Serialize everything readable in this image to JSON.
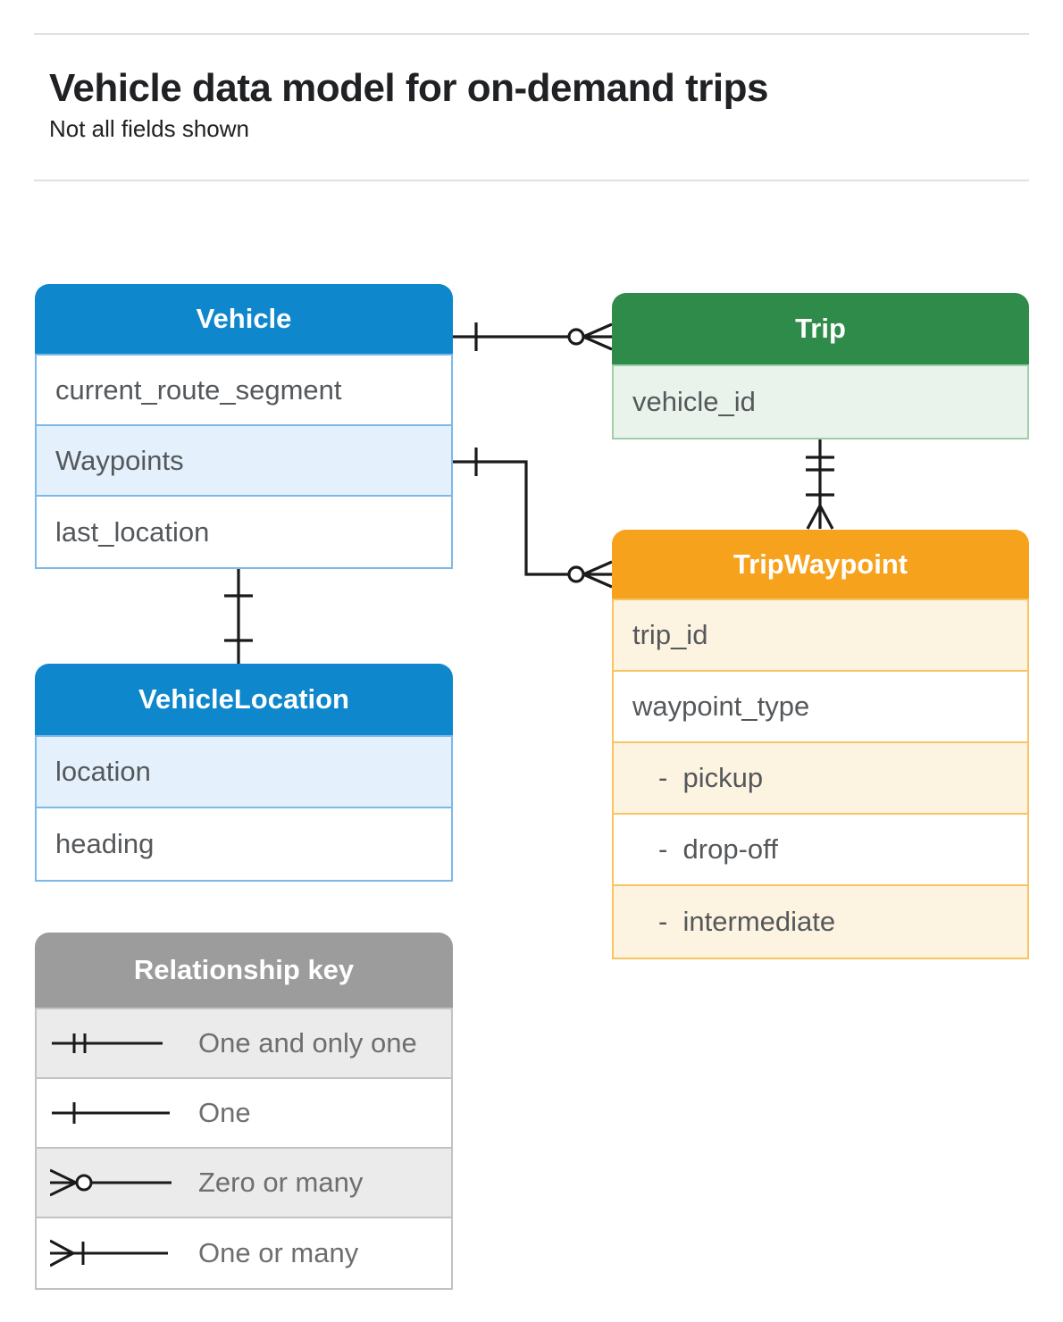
{
  "header": {
    "title": "Vehicle data model for on-demand trips",
    "subtitle": "Not all fields shown"
  },
  "tables": {
    "vehicle": {
      "title": "Vehicle",
      "fields": [
        "current_route_segment",
        "Waypoints",
        "last_location"
      ]
    },
    "trip": {
      "title": "Trip",
      "fields": [
        "vehicle_id"
      ]
    },
    "trip_waypoint": {
      "title": "TripWaypoint",
      "fields": [
        "trip_id",
        "waypoint_type",
        "-  pickup",
        "-  drop-off",
        "-  intermediate"
      ]
    },
    "vehicle_location": {
      "title": "VehicleLocation",
      "fields": [
        "location",
        "heading"
      ]
    }
  },
  "legend": {
    "title": "Relationship key",
    "items": [
      {
        "label": "One and only one",
        "symbol": "one-and-only-one"
      },
      {
        "label": "One",
        "symbol": "one"
      },
      {
        "label": "Zero or many",
        "symbol": "zero-or-many"
      },
      {
        "label": "One or many",
        "symbol": "one-or-many"
      }
    ]
  },
  "relationships": [
    {
      "from": "Vehicle",
      "to": "Trip",
      "from_cardinality": "One",
      "to_cardinality": "Zero or many"
    },
    {
      "from": "Vehicle (Waypoints)",
      "to": "TripWaypoint",
      "from_cardinality": "One",
      "to_cardinality": "Zero or many"
    },
    {
      "from": "Trip",
      "to": "TripWaypoint",
      "from_cardinality": "One and only one",
      "to_cardinality": "One or many"
    },
    {
      "from": "Vehicle",
      "to": "VehicleLocation",
      "from_cardinality": "One",
      "to_cardinality": "One"
    }
  ],
  "colors": {
    "blue_header": "#0e87cd",
    "blue_row": "#e4f0fb",
    "blue_border": "#7cb9e8",
    "green_header": "#2f8b49",
    "green_row": "#e9f3eb",
    "green_border": "#9fcfa9",
    "orange_header": "#f7a21d",
    "orange_row": "#fdf3e1",
    "orange_border": "#f8c462",
    "gray_header": "#9c9c9c",
    "gray_row": "#ebebeb",
    "gray_border": "#c2c2c2",
    "connector": "#1a1a1a",
    "field_text": "#55585b",
    "legend_text": "#6e6e6e",
    "title_text": "#202124",
    "divider": "#e0e0e0"
  }
}
